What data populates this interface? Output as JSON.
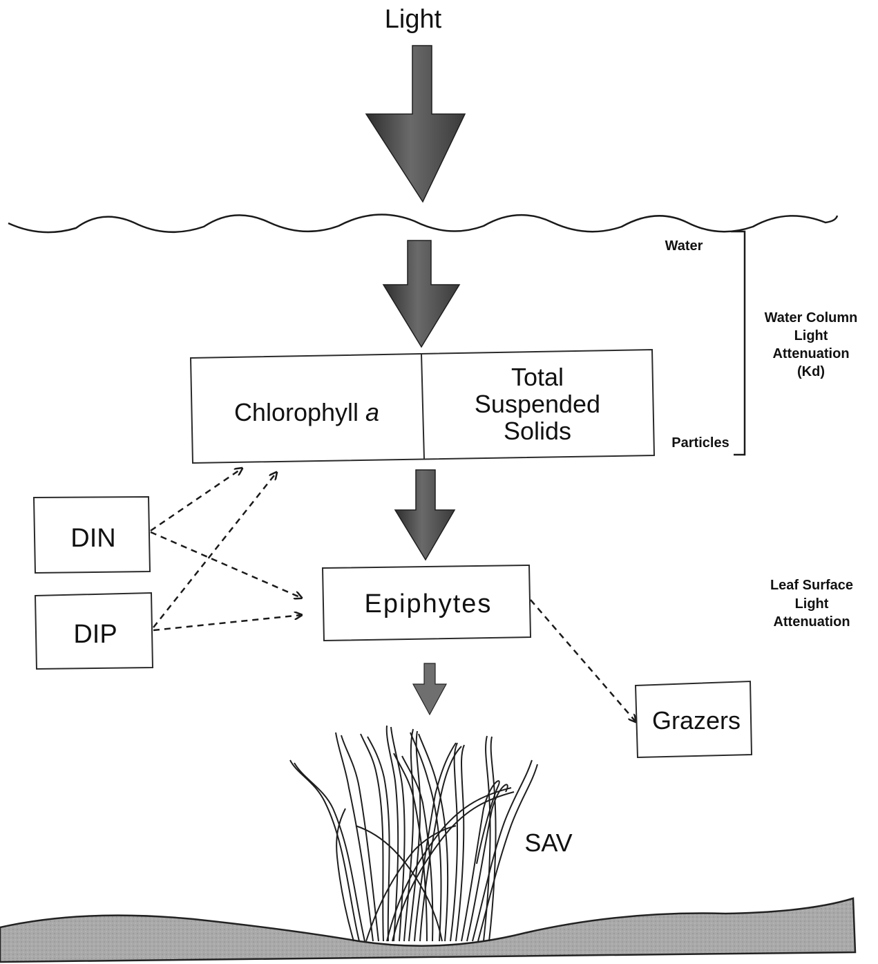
{
  "labels": {
    "light": "Light",
    "chlorophyll_prefix": "Chlorophyll ",
    "chlorophyll_suffix": "a",
    "tss_line1": "Total",
    "tss_line2": "Suspended",
    "tss_line3": "Solids",
    "water": "Water",
    "particles": "Particles",
    "water_column_line1": "Water Column",
    "water_column_line2": "Light",
    "water_column_line3": "Attenuation",
    "water_column_line4": "(Kd)",
    "din": "DIN",
    "dip": "DIP",
    "epiphytes": "Epiphytes",
    "leaf_surface_line1": "Leaf Surface",
    "leaf_surface_line2": "Light",
    "leaf_surface_line3": "Attenuation",
    "grazers": "Grazers",
    "sav": "SAV"
  },
  "colors": {
    "arrow_dark": "#2e2e2e",
    "arrow_light": "#9a9a9a",
    "sediment": "#a9a9a9",
    "outline": "#2a2a2a"
  }
}
